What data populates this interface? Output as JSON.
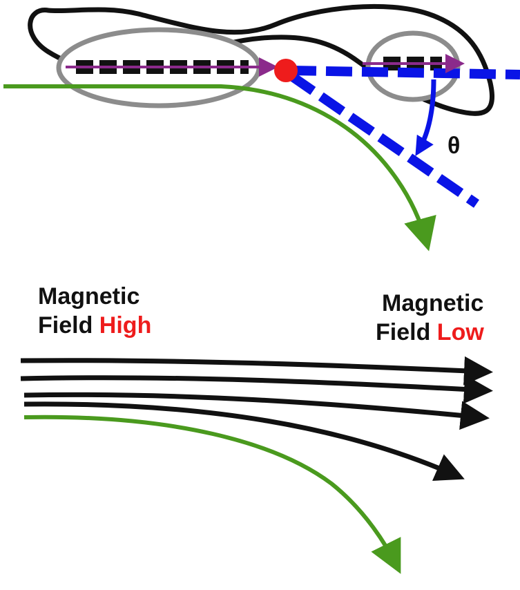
{
  "diagram": {
    "angle_symbol": "θ",
    "left_label": {
      "line1": "Magnetic",
      "line2_prefix": "Field ",
      "line2_emph": "High"
    },
    "right_label": {
      "line1": "Magnetic",
      "line2_prefix": "Field ",
      "line2_emph": "Low"
    },
    "colors": {
      "outline": "#111111",
      "ellipse": "#8c8c8c",
      "dipole": "#8b2a8b",
      "particle": "#ee1c1c",
      "reference_line": "#0a14e6",
      "trajectory": "#4a9a1e",
      "field_line": "#111111",
      "emphasis_text": "#ee1c1c"
    }
  }
}
